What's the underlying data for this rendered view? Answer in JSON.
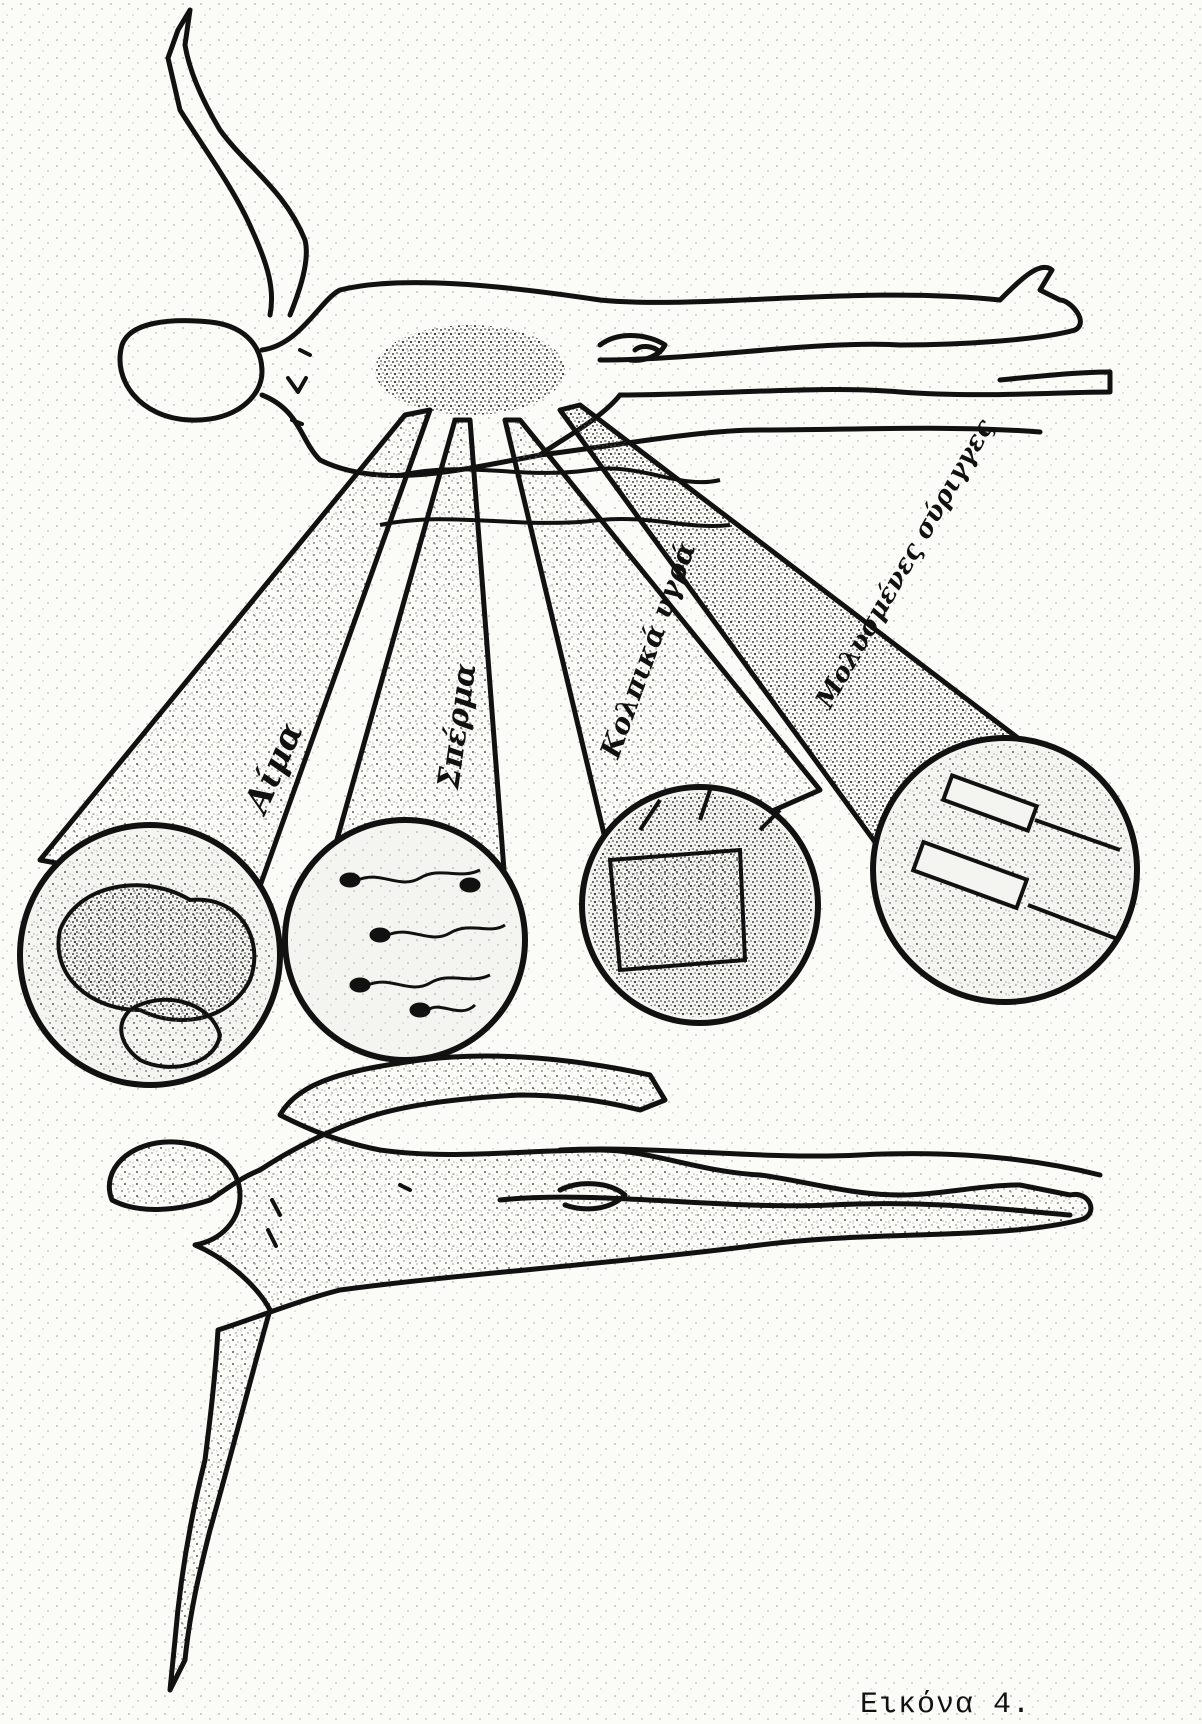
{
  "figure": {
    "caption": "Εικόνα 4.",
    "transmission_routes": [
      {
        "label": "Αίμα"
      },
      {
        "label": "Σπέρμα"
      },
      {
        "label": "Κολπικά υγρά"
      },
      {
        "label": "Μολυσμένες σύριγγες"
      }
    ],
    "colors": {
      "ink": "#111111",
      "stipple": "#7a7a7a",
      "paper": "#fbfbf8"
    }
  }
}
